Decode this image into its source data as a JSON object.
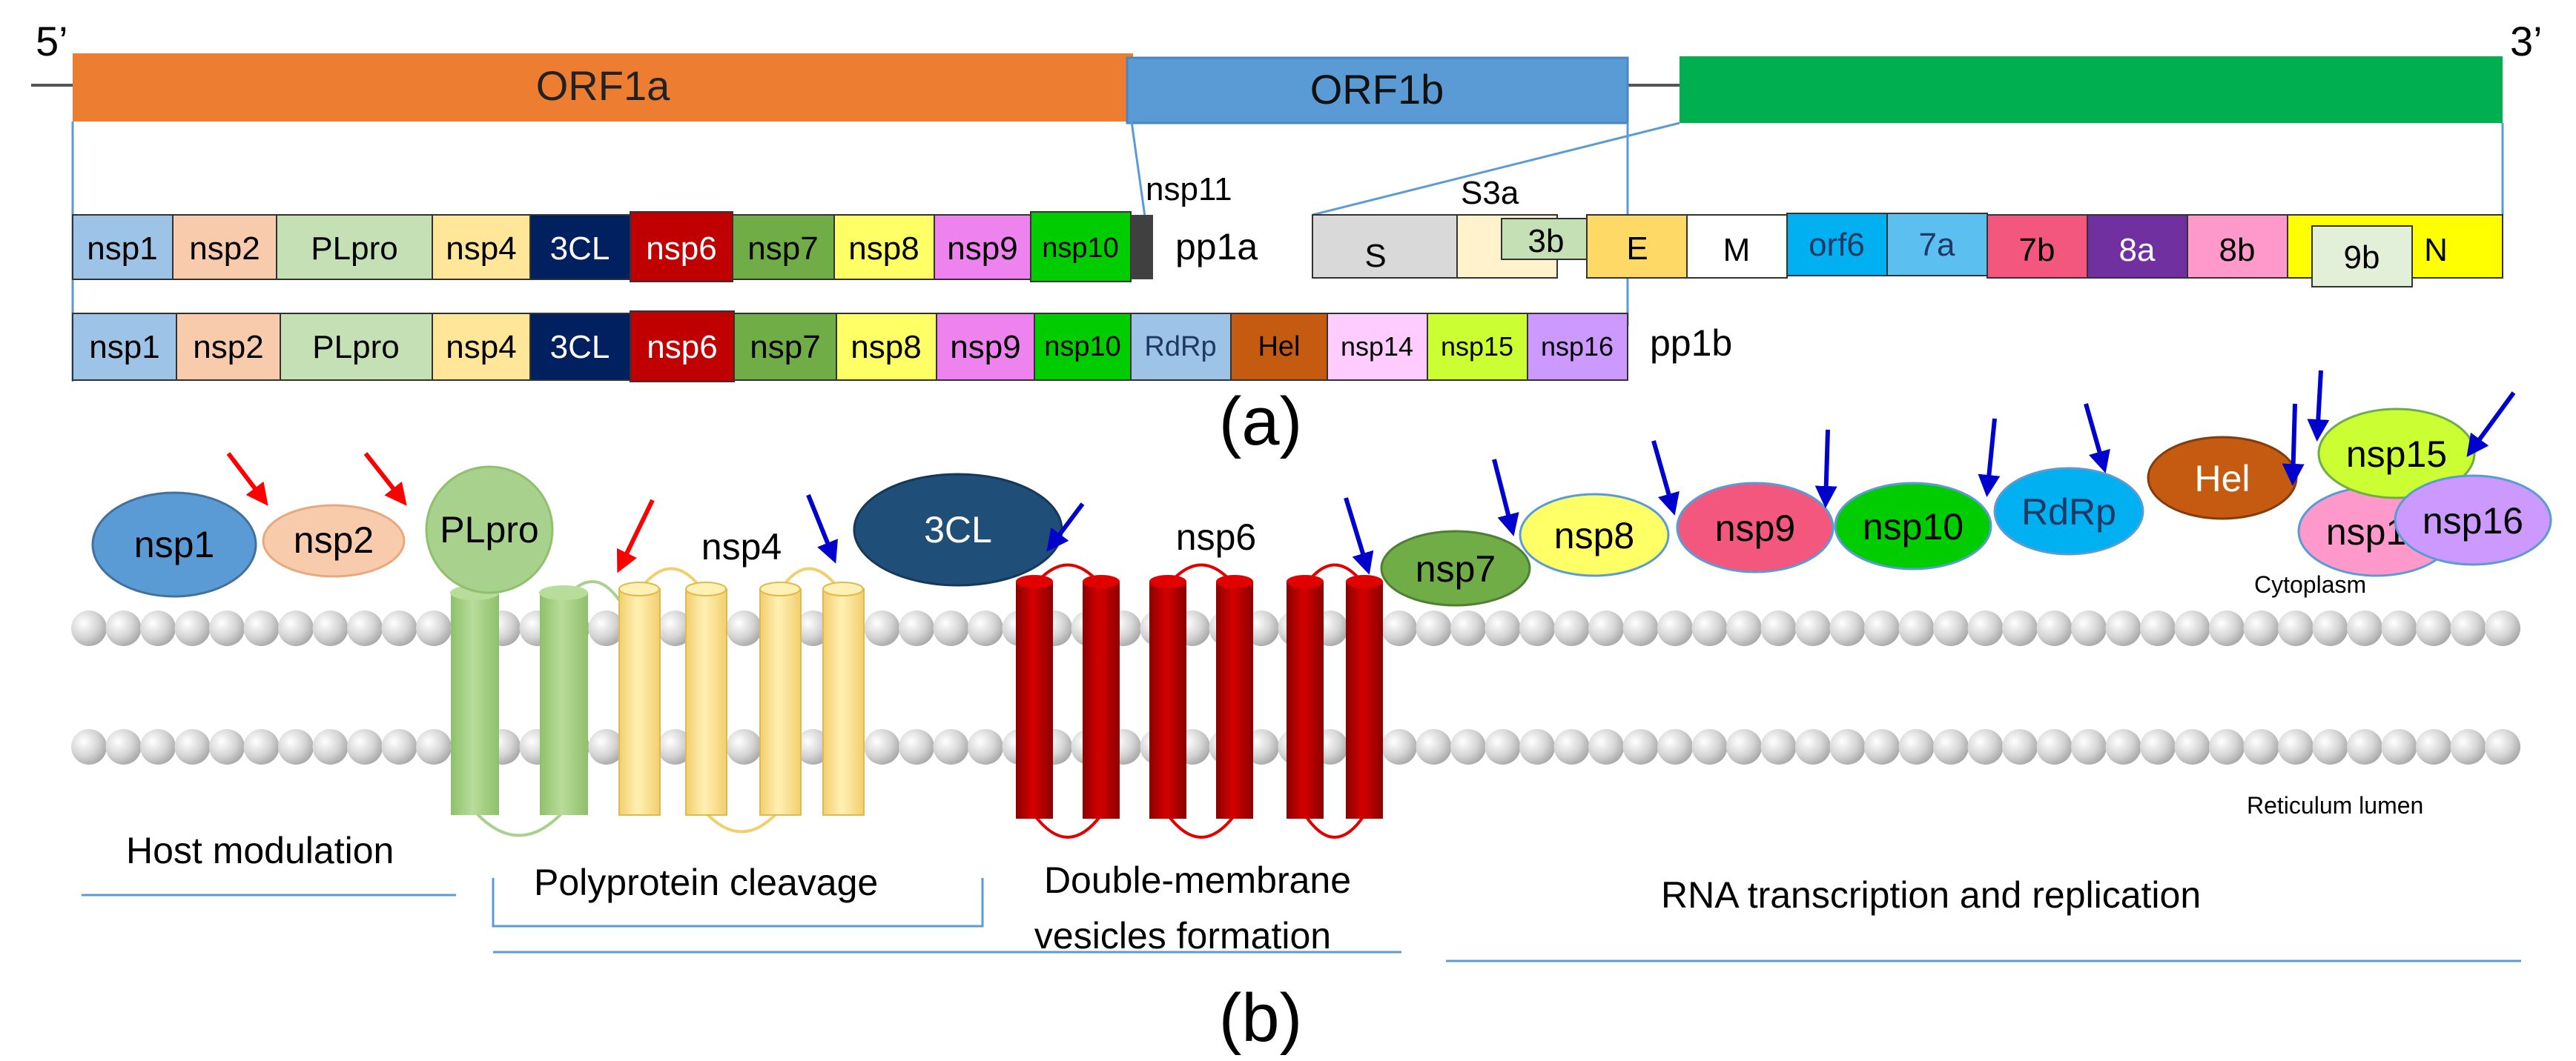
{
  "genome": {
    "five_prime": "5’",
    "three_prime": "3’",
    "orf1a": "ORF1a",
    "orf1b": "ORF1b"
  },
  "pp1a": {
    "label": "pp1a",
    "nsp11": "nsp11",
    "segments": [
      "nsp1",
      "nsp2",
      "PLpro",
      "nsp4",
      "3CL",
      "nsp6",
      "nsp7",
      "nsp8",
      "nsp9",
      "nsp10"
    ]
  },
  "pp1b": {
    "label": "pp1b",
    "segments": [
      "nsp1",
      "nsp2",
      "PLpro",
      "nsp4",
      "3CL",
      "nsp6",
      "nsp7",
      "nsp8",
      "nsp9",
      "nsp10",
      "RdRp",
      "Hel",
      "nsp14",
      "nsp15",
      "nsp16"
    ]
  },
  "structural": {
    "s3a": "S3a",
    "s": "S",
    "b3": "3b",
    "e": "E",
    "m": "M",
    "orf6": "orf6",
    "a7": "7a",
    "b7": "7b",
    "a8": "8a",
    "b8": "8b",
    "b9": "9b",
    "n": "N"
  },
  "panel_labels": {
    "a": "(a)",
    "b": "(b)"
  },
  "proteins": {
    "nsp1": "nsp1",
    "nsp2": "nsp2",
    "plpro": "PLpro",
    "nsp4": "nsp4",
    "cl3": "3CL",
    "nsp6": "nsp6",
    "nsp7": "nsp7",
    "nsp8": "nsp8",
    "nsp9": "nsp9",
    "nsp10": "nsp10",
    "rdrp": "RdRp",
    "hel": "Hel",
    "nsp14": "nsp14",
    "nsp15": "nsp15",
    "nsp16": "nsp16"
  },
  "regions": {
    "cytoplasm": "Cytoplasm",
    "lumen": "Reticulum lumen"
  },
  "functions": {
    "host": "Host modulation",
    "cleavage": "Polyprotein cleavage",
    "dmv1": "Double-membrane",
    "dmv2": "vesicles formation",
    "rna": "RNA transcription and replication"
  },
  "colors": {
    "orf1a": "#ed7d31",
    "orf1b": "#5b9bd5",
    "structural_bar": "#00b050",
    "nsp1": "#9dc3e6",
    "nsp2": "#f8cbad",
    "plpro": "#c5e0b4",
    "nsp4": "#ffe699",
    "cl3": "#002060",
    "nsp6": "#c00000",
    "nsp7": "#70ad47",
    "nsp8": "#ffff66",
    "nsp9": "#ee82ee",
    "nsp10": "#00cc00",
    "rdrp": "#9dc3e6",
    "hel": "#c55a11",
    "nsp14": "#ffccff",
    "nsp15": "#ccff33",
    "nsp16": "#cc99ff",
    "red_arrow": "#ff0000",
    "blue_arrow": "#0000cc"
  }
}
